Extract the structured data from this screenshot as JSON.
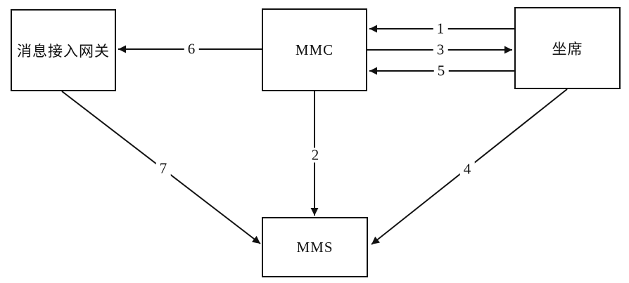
{
  "diagram": {
    "background_color": "#ffffff",
    "line_color": "#111111",
    "nodes": [
      {
        "id": "gateway",
        "label": "消息接入网关"
      },
      {
        "id": "mmc",
        "label": "MMC"
      },
      {
        "id": "agent",
        "label": "坐席"
      },
      {
        "id": "mms",
        "label": "MMS"
      }
    ],
    "edges": [
      {
        "label": "1",
        "from": "agent",
        "to": "mmc",
        "style": "horizontal-arrow-left"
      },
      {
        "label": "2",
        "from": "mmc",
        "to": "mms",
        "style": "vertical-arrow-down"
      },
      {
        "label": "3",
        "from": "mmc",
        "to": "agent",
        "style": "horizontal-arrow-right"
      },
      {
        "label": "4",
        "from": "agent",
        "to": "mms",
        "style": "diagonal-arrow-down-left"
      },
      {
        "label": "5",
        "from": "agent",
        "to": "mmc",
        "style": "horizontal-arrow-left"
      },
      {
        "label": "6",
        "from": "mmc",
        "to": "gateway",
        "style": "horizontal-arrow-left"
      },
      {
        "label": "7",
        "from": "gateway",
        "to": "mms",
        "style": "diagonal-arrow-down-right"
      }
    ]
  }
}
